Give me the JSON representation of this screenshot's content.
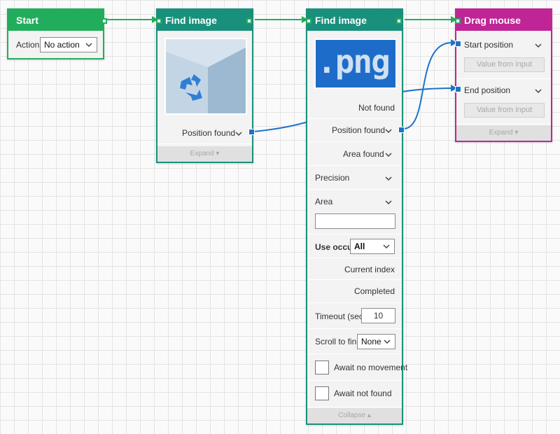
{
  "colors": {
    "start": "#22ad5c",
    "find": "#19907c",
    "drag": "#bf2596",
    "wire": "#1c74c9"
  },
  "start_node": {
    "title": "Start",
    "action_label": "Action",
    "action_value": "No action"
  },
  "find1": {
    "title": "Find image",
    "position_found": "Position found",
    "expand": "Expand"
  },
  "find2": {
    "title": "Find image",
    "thumb_text": ".png",
    "not_found": "Not found",
    "position_found": "Position found",
    "area_found": "Area found",
    "precision": "Precision",
    "area": "Area",
    "area_value": "",
    "use_occur": "Use occur.",
    "use_occur_value": "All",
    "current_index": "Current index",
    "completed": "Completed",
    "timeout_label": "Timeout (sec)",
    "timeout_value": "10",
    "scroll_label": "Scroll to find",
    "scroll_value": "None",
    "await_no_movement": "Await no movement",
    "await_not_found": "Await not found",
    "collapse": "Collapse"
  },
  "drag": {
    "title": "Drag mouse",
    "start_position": "Start position",
    "end_position": "End position",
    "value_from_input": "Value from input",
    "expand": "Expand"
  }
}
